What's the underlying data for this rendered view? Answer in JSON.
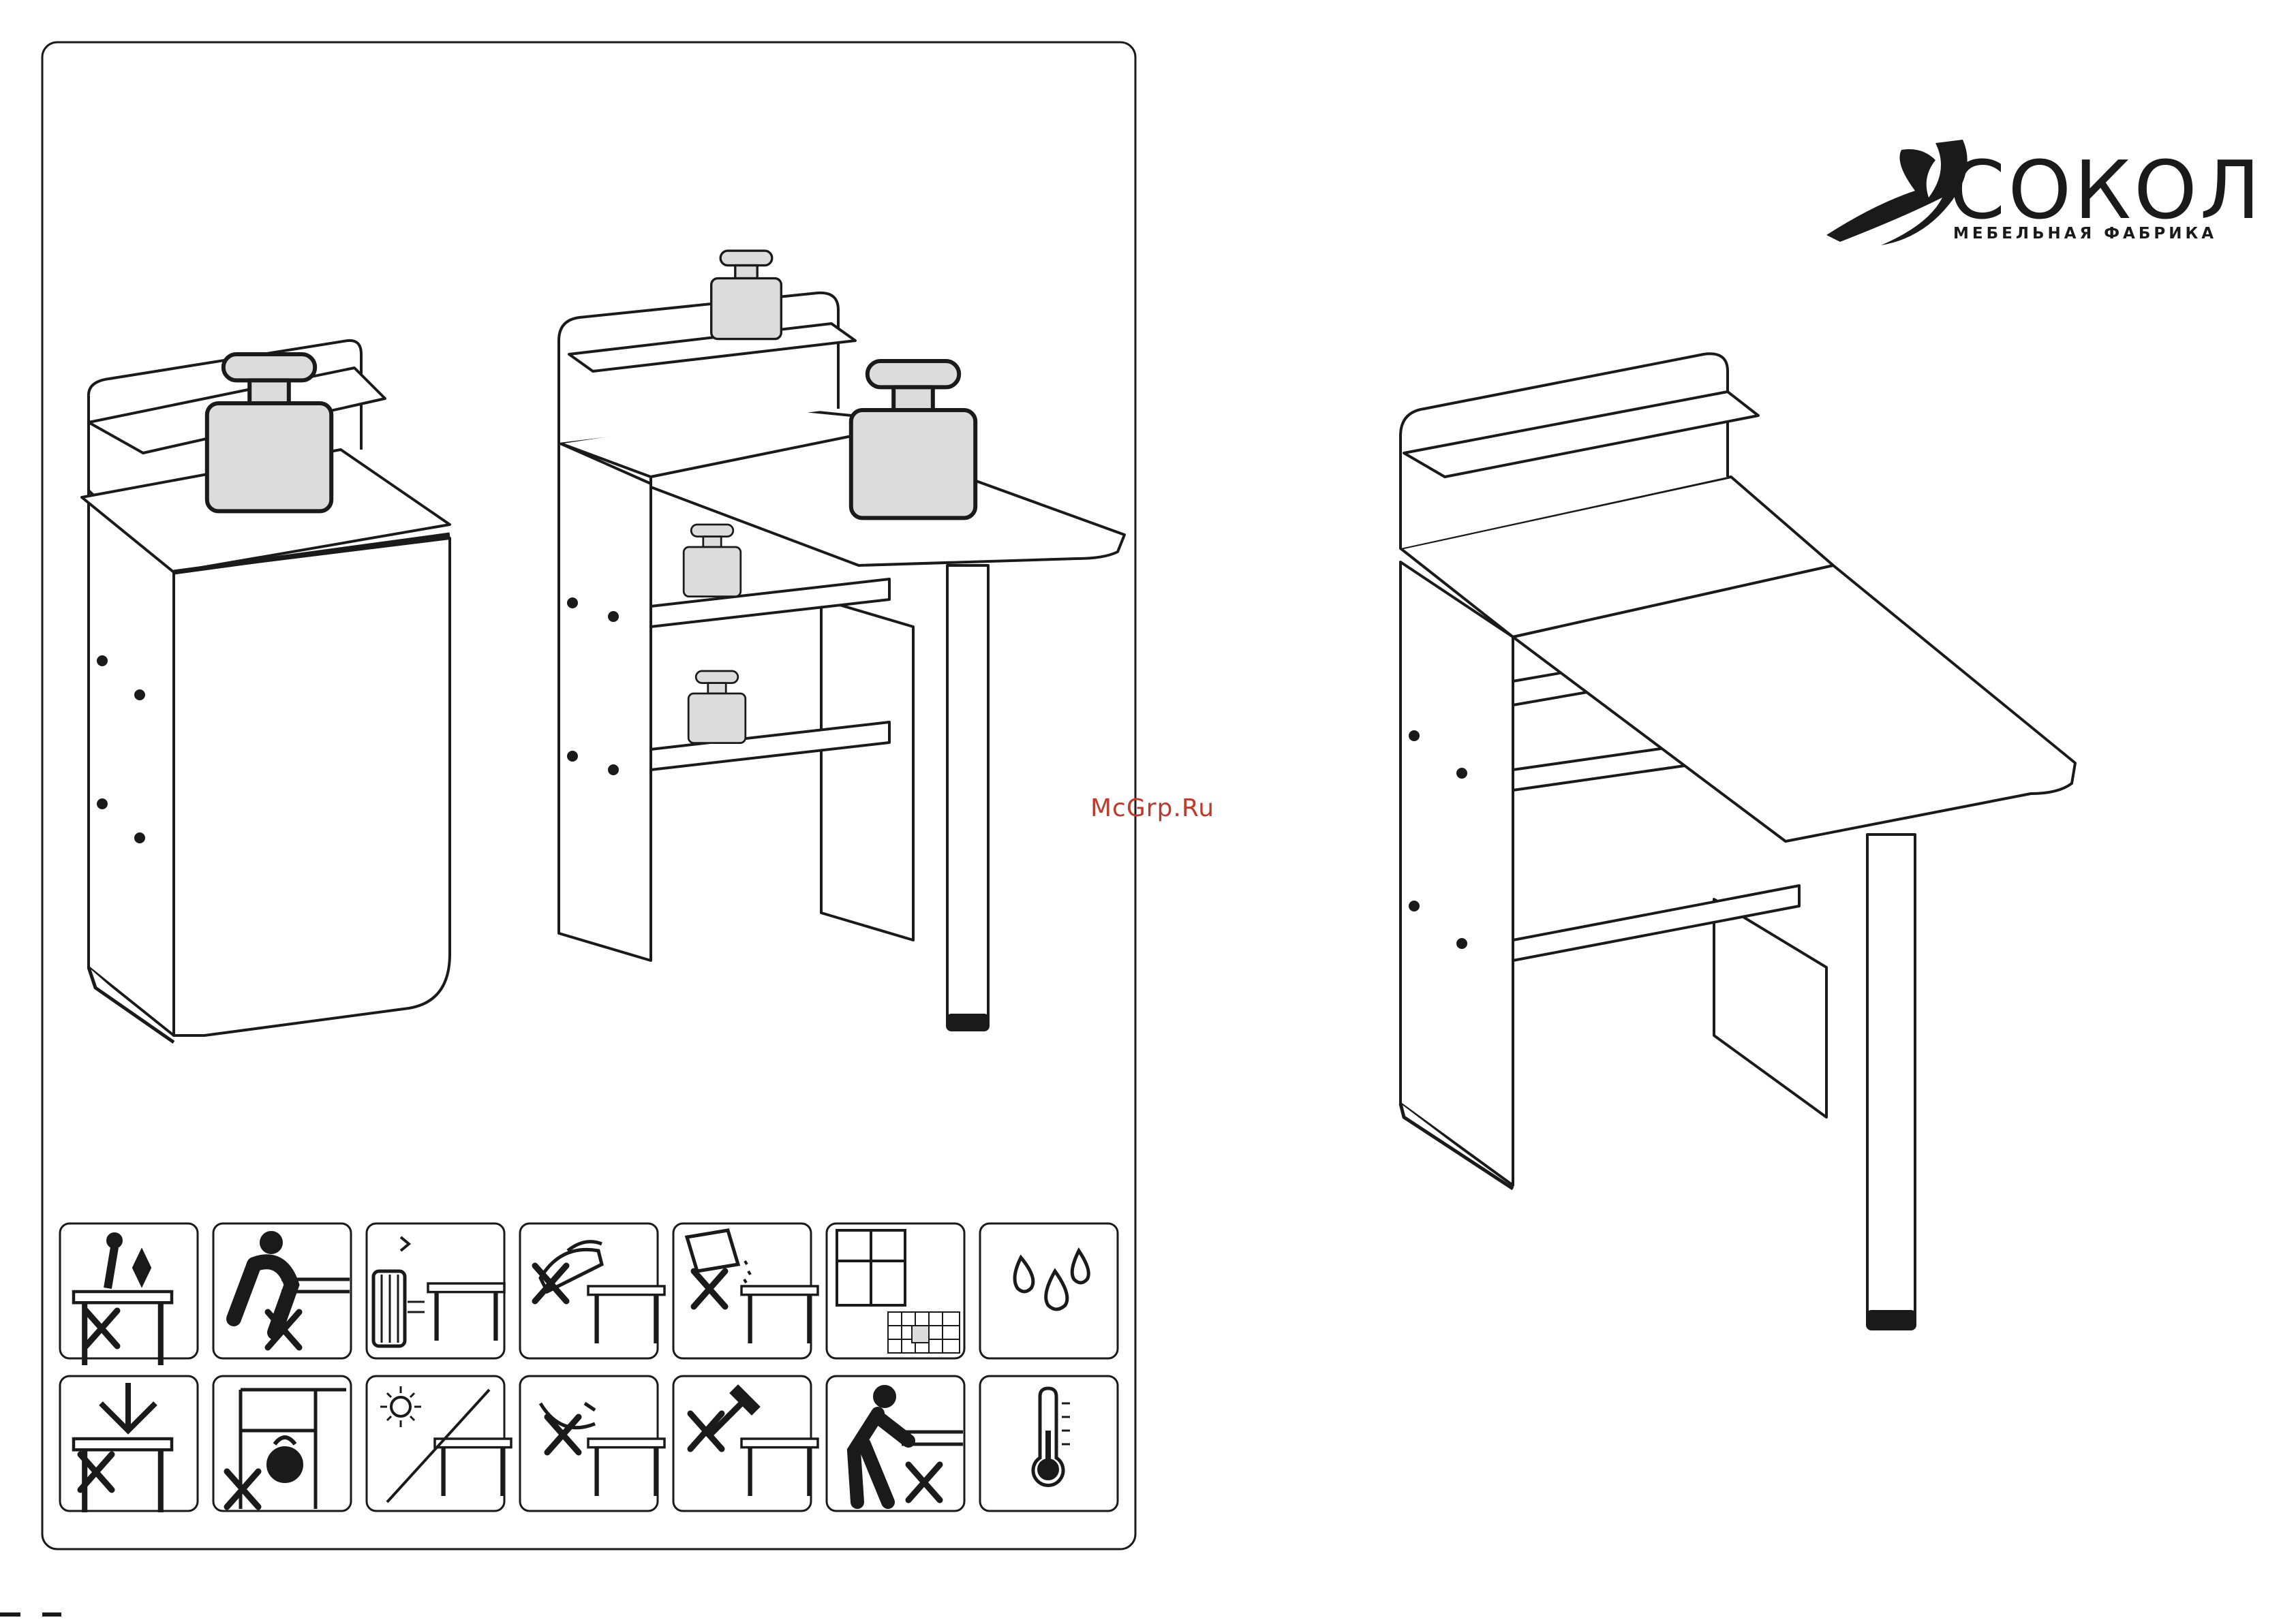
{
  "brand": {
    "name": "СОКОЛ",
    "subtitle": "МЕБЕЛЬНАЯ ФАБРИКА",
    "color": "#1a1a1a"
  },
  "watermark": {
    "text": "McGrp.Ru",
    "color": "#c0392b"
  },
  "colors": {
    "line": "#1a1a1a",
    "weight_fill": "#dcdcdc",
    "paper": "#ffffff"
  },
  "pictograms": [
    {
      "icon": "no-standing-on-table-icon"
    },
    {
      "icon": "no-sitting-on-table-icon"
    },
    {
      "icon": "keep-away-from-heater-icon"
    },
    {
      "icon": "no-hot-objects-icon"
    },
    {
      "icon": "no-liquids-spill-icon"
    },
    {
      "icon": "ventilated-room-icon"
    },
    {
      "icon": "humidity-icon"
    },
    {
      "icon": "no-hanging-on-table-icon"
    },
    {
      "icon": "no-heavy-loads-inside-icon"
    },
    {
      "icon": "avoid-direct-sunlight-icon"
    },
    {
      "icon": "no-sharp-objects-icon"
    },
    {
      "icon": "no-hammering-icon"
    },
    {
      "icon": "no-leaning-on-table-icon"
    },
    {
      "icon": "temperature-icon"
    }
  ]
}
